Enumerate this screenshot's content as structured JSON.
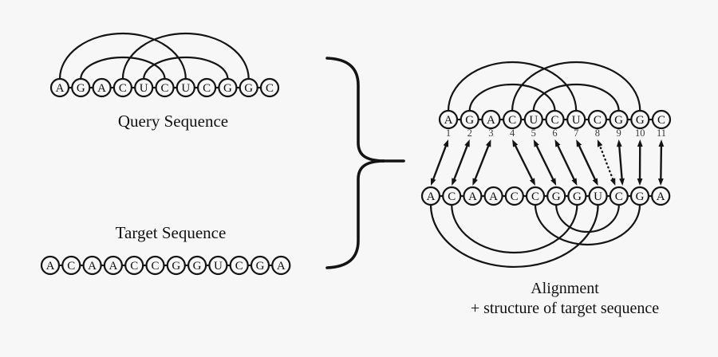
{
  "colors": {
    "background": "#f7f7f7",
    "ink": "#141414",
    "number": "#3a3a3a"
  },
  "query": {
    "label": "Query Sequence",
    "bases": [
      "A",
      "G",
      "A",
      "C",
      "U",
      "C",
      "U",
      "C",
      "G",
      "G",
      "C"
    ],
    "structure_pairs": [
      [
        1,
        7
      ],
      [
        2,
        6
      ],
      [
        4,
        10
      ],
      [
        5,
        9
      ]
    ]
  },
  "target": {
    "label": "Target Sequence",
    "bases": [
      "A",
      "C",
      "A",
      "A",
      "C",
      "C",
      "G",
      "G",
      "U",
      "C",
      "G",
      "A"
    ],
    "structure_pairs": [
      [
        1,
        9
      ],
      [
        2,
        8
      ],
      [
        6,
        11
      ],
      [
        7,
        10
      ]
    ]
  },
  "alignment": {
    "label_line1": "Alignment",
    "label_line2": "+ structure of target sequence",
    "positions": [
      "1",
      "2",
      "3",
      "4",
      "5",
      "6",
      "7",
      "8",
      "9",
      "10",
      "11"
    ],
    "edges": [
      {
        "from": 1,
        "to": 1,
        "style": "solid"
      },
      {
        "from": 2,
        "to": 2,
        "style": "solid"
      },
      {
        "from": 3,
        "to": 3,
        "style": "solid"
      },
      {
        "from": 4,
        "to": 6,
        "style": "solid"
      },
      {
        "from": 5,
        "to": 7,
        "style": "solid"
      },
      {
        "from": 6,
        "to": 8,
        "style": "solid"
      },
      {
        "from": 7,
        "to": 9,
        "style": "solid"
      },
      {
        "from": 8,
        "to": 10,
        "style": "dotted"
      },
      {
        "from": 9,
        "to": 10,
        "style": "solid"
      },
      {
        "from": 10,
        "to": 11,
        "style": "solid"
      },
      {
        "from": 11,
        "to": 12,
        "style": "solid"
      }
    ]
  }
}
